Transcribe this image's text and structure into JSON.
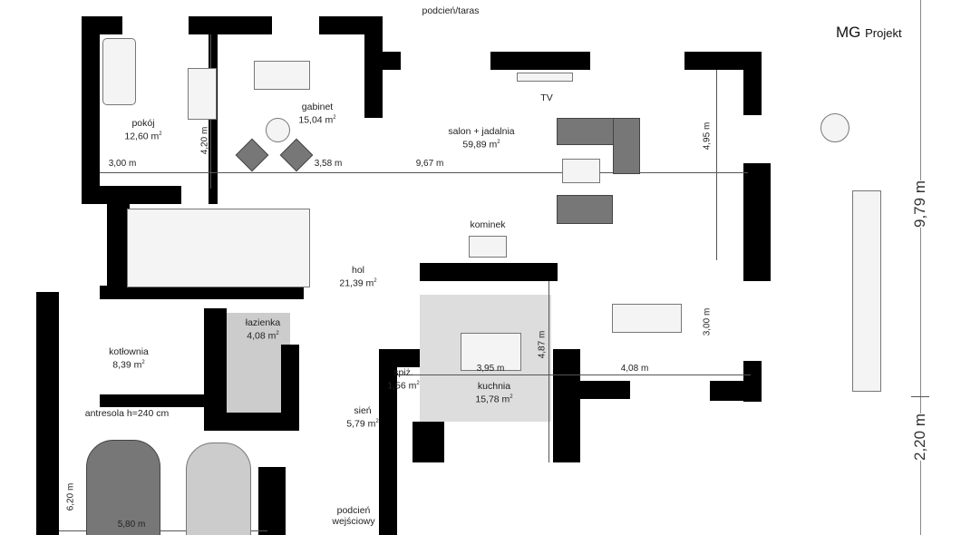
{
  "logo": {
    "brand": "MG",
    "suffix": "Projekt"
  },
  "rooms": [
    {
      "name": "podcień/taras",
      "area": ""
    },
    {
      "name": "pokój",
      "area": "12,60 m"
    },
    {
      "name": "gabinet",
      "area": "15,04 m"
    },
    {
      "name": "salon + jadalnia",
      "area": "59,89 m"
    },
    {
      "name": "hol",
      "area": "21,39 m"
    },
    {
      "name": "łazienka",
      "area": "4,08 m"
    },
    {
      "name": "kotłownia",
      "area": "8,39 m"
    },
    {
      "name": "spiż.",
      "area": "1,56 m"
    },
    {
      "name": "kuchnia",
      "area": "15,78 m"
    },
    {
      "name": "sień",
      "area": "5,79 m"
    },
    {
      "name": "antresola h=240 cm",
      "area": ""
    },
    {
      "name": "podcień",
      "area": "wejściowy"
    }
  ],
  "area_unit_sup": "2",
  "labels": {
    "tv": "TV",
    "kominek": "kominek"
  },
  "dimensions": {
    "pokoj_width": "3,00 m",
    "pokoj_height": "4,20 m",
    "gabinet_width": "3,58 m",
    "salon_width": "9,67 m",
    "salon_height": "4,95 m",
    "dining_height": "3,00 m",
    "kitchen_height": "4,87 m",
    "kitchen_width": "3,95 m",
    "dining_width": "4,08 m",
    "garage_height": "6,20 m",
    "garage_width": "5,80 m",
    "total_upper": "9,79 m",
    "total_lower": "2,20 m"
  }
}
